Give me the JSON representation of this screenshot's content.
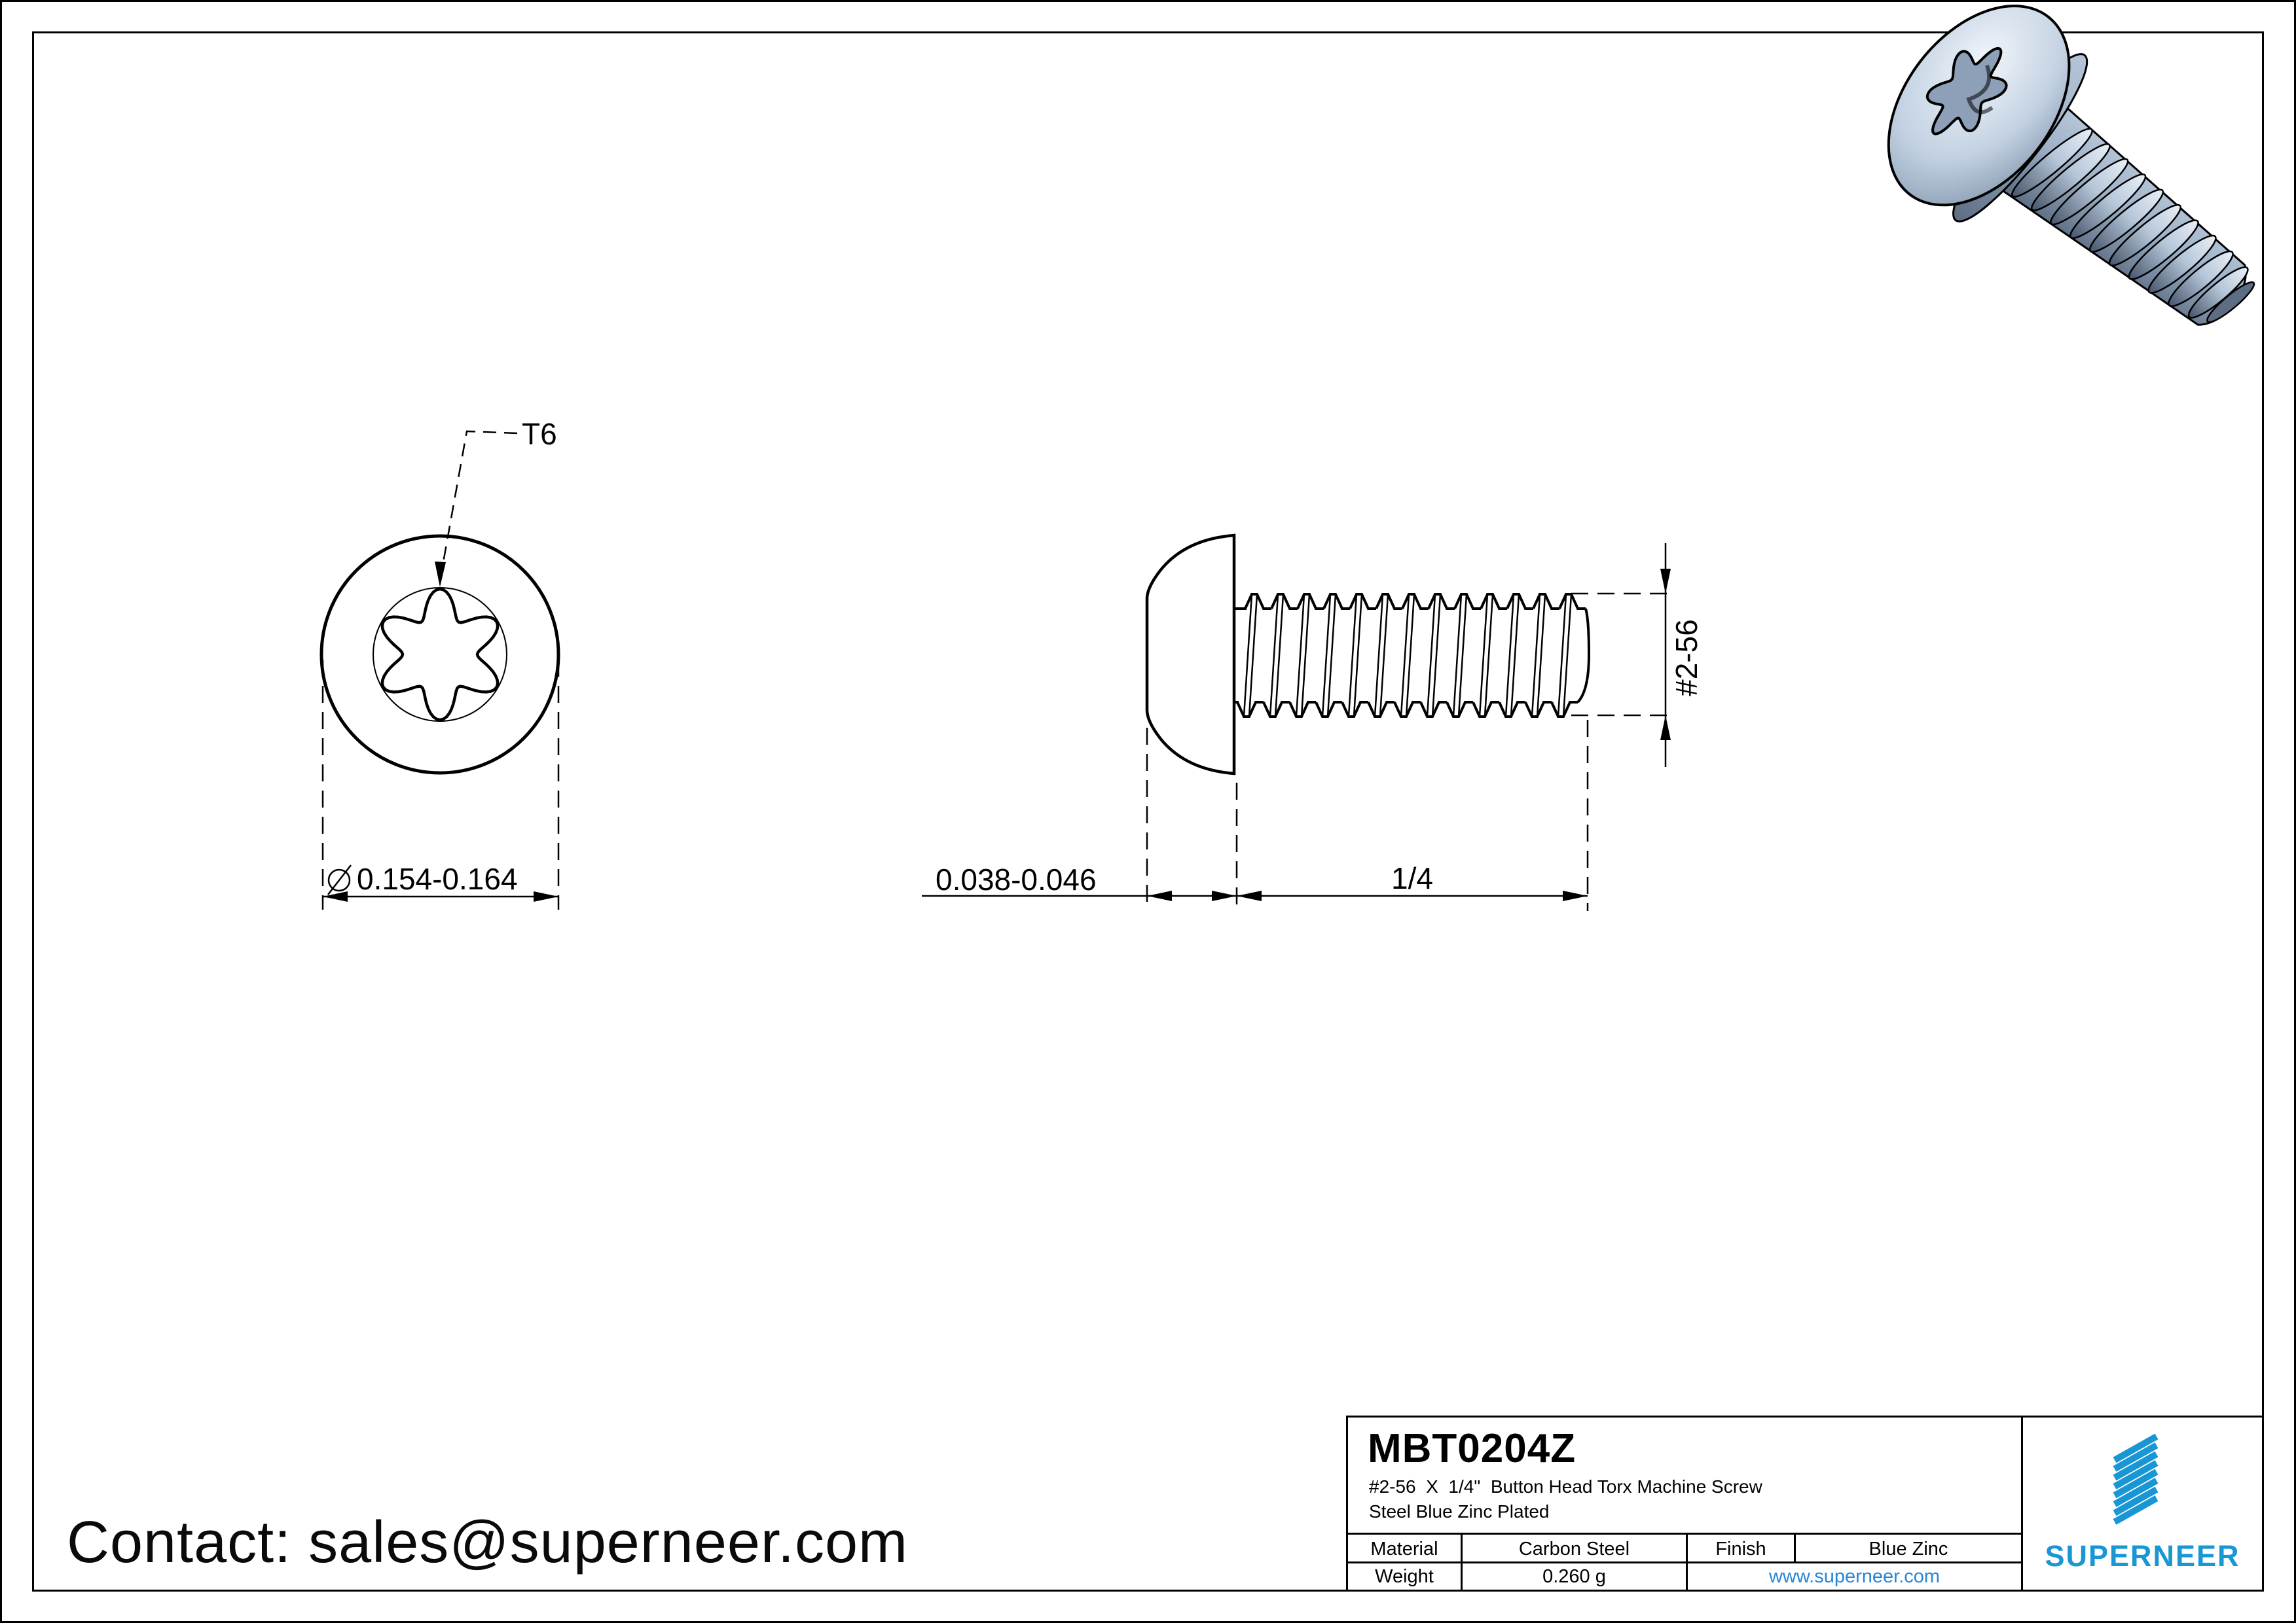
{
  "contact": {
    "text": "Contact: sales@superneer.com"
  },
  "front_view": {
    "socket_size": "T6",
    "head_diameter": "0.154-0.164",
    "diameter_symbol": "⌀"
  },
  "side_view": {
    "head_height": "0.038-0.046",
    "thread_length": "1/4",
    "thread_spec": "#2-56"
  },
  "title_block": {
    "part_number": "MBT0204Z",
    "description_line1": "#2-56  X  1/4\"  Button Head Torx Machine Screw",
    "description_line2": "Steel Blue Zinc Plated",
    "material_label": "Material",
    "material_value": "Carbon Steel",
    "finish_label": "Finish",
    "finish_value": "Blue Zinc",
    "weight_label": "Weight",
    "weight_value": "0.260 g"
  },
  "brand": {
    "name": "SUPERNEER",
    "website": "www.superneer.com",
    "logo_blue": "#1897d4",
    "link_blue": "#2585d8",
    "screw_render": "blue-zinc-button-head-torx-screw"
  }
}
